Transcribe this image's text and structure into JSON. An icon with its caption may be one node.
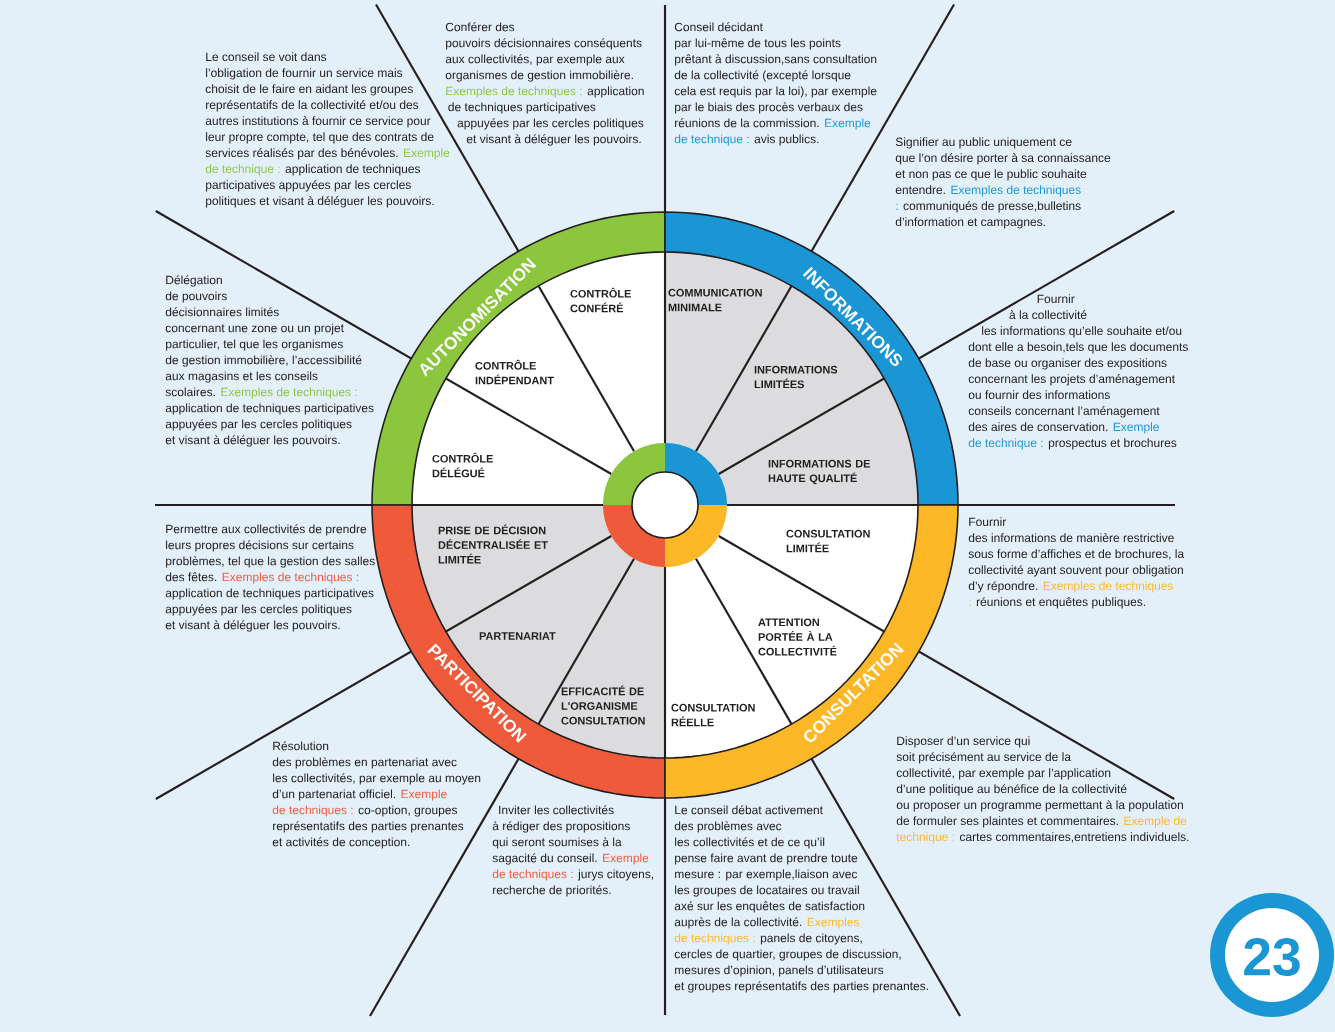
{
  "diagram": {
    "nodes": [
      {
        "text": [
          "AUTONOMISATION"
        ]
      },
      {
        "text": [
          "INFORMATIONS"
        ]
      },
      {
        "text": [
          "PARTICIPATION"
        ]
      },
      {
        "text": [
          "CONSULTATION"
        ]
      },
      {
        "text": [
          "CONTRÔLE CONFÉRÉ"
        ]
      },
      {
        "text": [
          "COMMUNICATION MINIMALE"
        ]
      },
      {
        "text": [
          "CONTRÔLE INDÉPENDANT"
        ]
      },
      {
        "text": [
          "INFORMATIONS LIMITÉES"
        ]
      },
      {
        "text": [
          "CONTRÔLE DÉLÉGUÉ"
        ]
      },
      {
        "text": [
          "INFORMATIONS DE HAUTE QUALITÉ"
        ]
      },
      {
        "text": [
          "PRISE DE DÉCISION DÉCENTRALISÉE ET LIMITÉE"
        ]
      },
      {
        "text": [
          "CONSULTATION LIMITÉE"
        ]
      },
      {
        "text": [
          "PARTENARIAT"
        ]
      },
      {
        "text": [
          "ATTENTION PORTÉE À LA COLLECTIVITÉ"
        ]
      },
      {
        "text": [
          "EFFICACITÉ DE L'ORGANISME CONSULTATION"
        ]
      },
      {
        "text": [
          "CONSULTATION RÉELLE"
        ]
      }
    ],
    "labels": [
      "Conférer des pouvoirs décisionnaires conséquents aux collectivités, par exemple aux organismes de gestion immobilière.",
      "Exemples de techniques :",
      "application de techniques participatives appuyées par les cercles politiques et visant à déléguer les pouvoirs.",
      "Conseil décidant par lui-même de tous les points prêtant à discussion,sans consultation de la collectivité (excepté lorsque cela est requis par la loi), par exemple par le biais des procès verbaux des réunions de la commission.",
      "Exemple de technique :",
      "avis publics.",
      "Le conseil se voit dans l’obligation de fournir un service mais choisit de le faire en aidant les groupes représentatifs de la collectivité et/ou des autres institutions à fournir ce service pour leur propre compte, tel que des contrats de services réalisés par des bénévoles.",
      "Exemple de technique :",
      "application de techniques participatives appuyées par les cercles politiques et visant à déléguer les pouvoirs.",
      "Signifier au public uniquement ce que l’on désire porter à sa connaissance et non pas ce que le public souhaite entendre.",
      "Exemples de techniques :",
      "communiqués de presse,bulletins d’information et campagnes.",
      "Délégation de pouvoirs décisionnaires limités concernant une zone ou un projet particulier, tel que les organismes de gestion immobilière, l’accessibilité aux magasins et les conseils scolaires.",
      "Exemples de techniques :",
      "application de techniques participatives appuyées par les cercles politiques et visant à déléguer les pouvoirs.",
      "Fournir à la collectivité les informations qu’elle souhaite et/ou dont elle a besoin,tels que les documents de base ou organiser des expositions concernant les projets d’aménagement ou fournir des informations conseils concernant l’aménagement des aires de conservation.",
      "Exemple de technique :",
      "prospectus et brochures",
      "Fournir des informations de manière restrictive sous forme d’affiches et de brochures, la collectivité ayant souvent pour obligation d’y répondre.",
      "Exemples de techniques :",
      "réunions et enquêtes publiques.",
      "Permettre aux collectivités de prendre leurs propres décisions sur certains problèmes, tel que la gestion des salles des fêtes.",
      "Exemples de techniques :",
      "application de techniques participatives appuyées par les cercles politiques et visant à déléguer les pouvoirs.",
      "Disposer d’un service qui soit précisément au service de la collectivité, par exemple par l’application d’une politique au bénéfice de la collectivité ou proposer un programme permettant à la population de formuler ses plaintes et commentaires.",
      "Exemple de technique :",
      "cartes commentaires,entretiens individuels.",
      "Résolution des problèmes en partenariat avec les collectivités, par exemple au moyen d’un partenariat officiel.",
      "Exemple de techniques :",
      "co-option, groupes représentatifs des parties prenantes et activités de conception.",
      "Le conseil débat activement des problèmes avec les collectivités et de ce qu’il pense faire avant de prendre toute mesure : par exemple,liaison avec les groupes de locataires ou travail axé sur les enquêtes de satisfaction auprès de la collectivité.",
      "Exemples de techniques :",
      "panels de citoyens, cercles de quartier, groupes de discussion, mesures d’opinion, panels d’utilisateurs et groupes représentatifs des parties prenantes.",
      "Inviter les collectivités à rédiger des propositions qui seront soumises à la sagacité du conseil.",
      "Exemple de techniques :",
      "jurys citoyens, recherche de priorités.",
      "23"
    ]
  }
}
